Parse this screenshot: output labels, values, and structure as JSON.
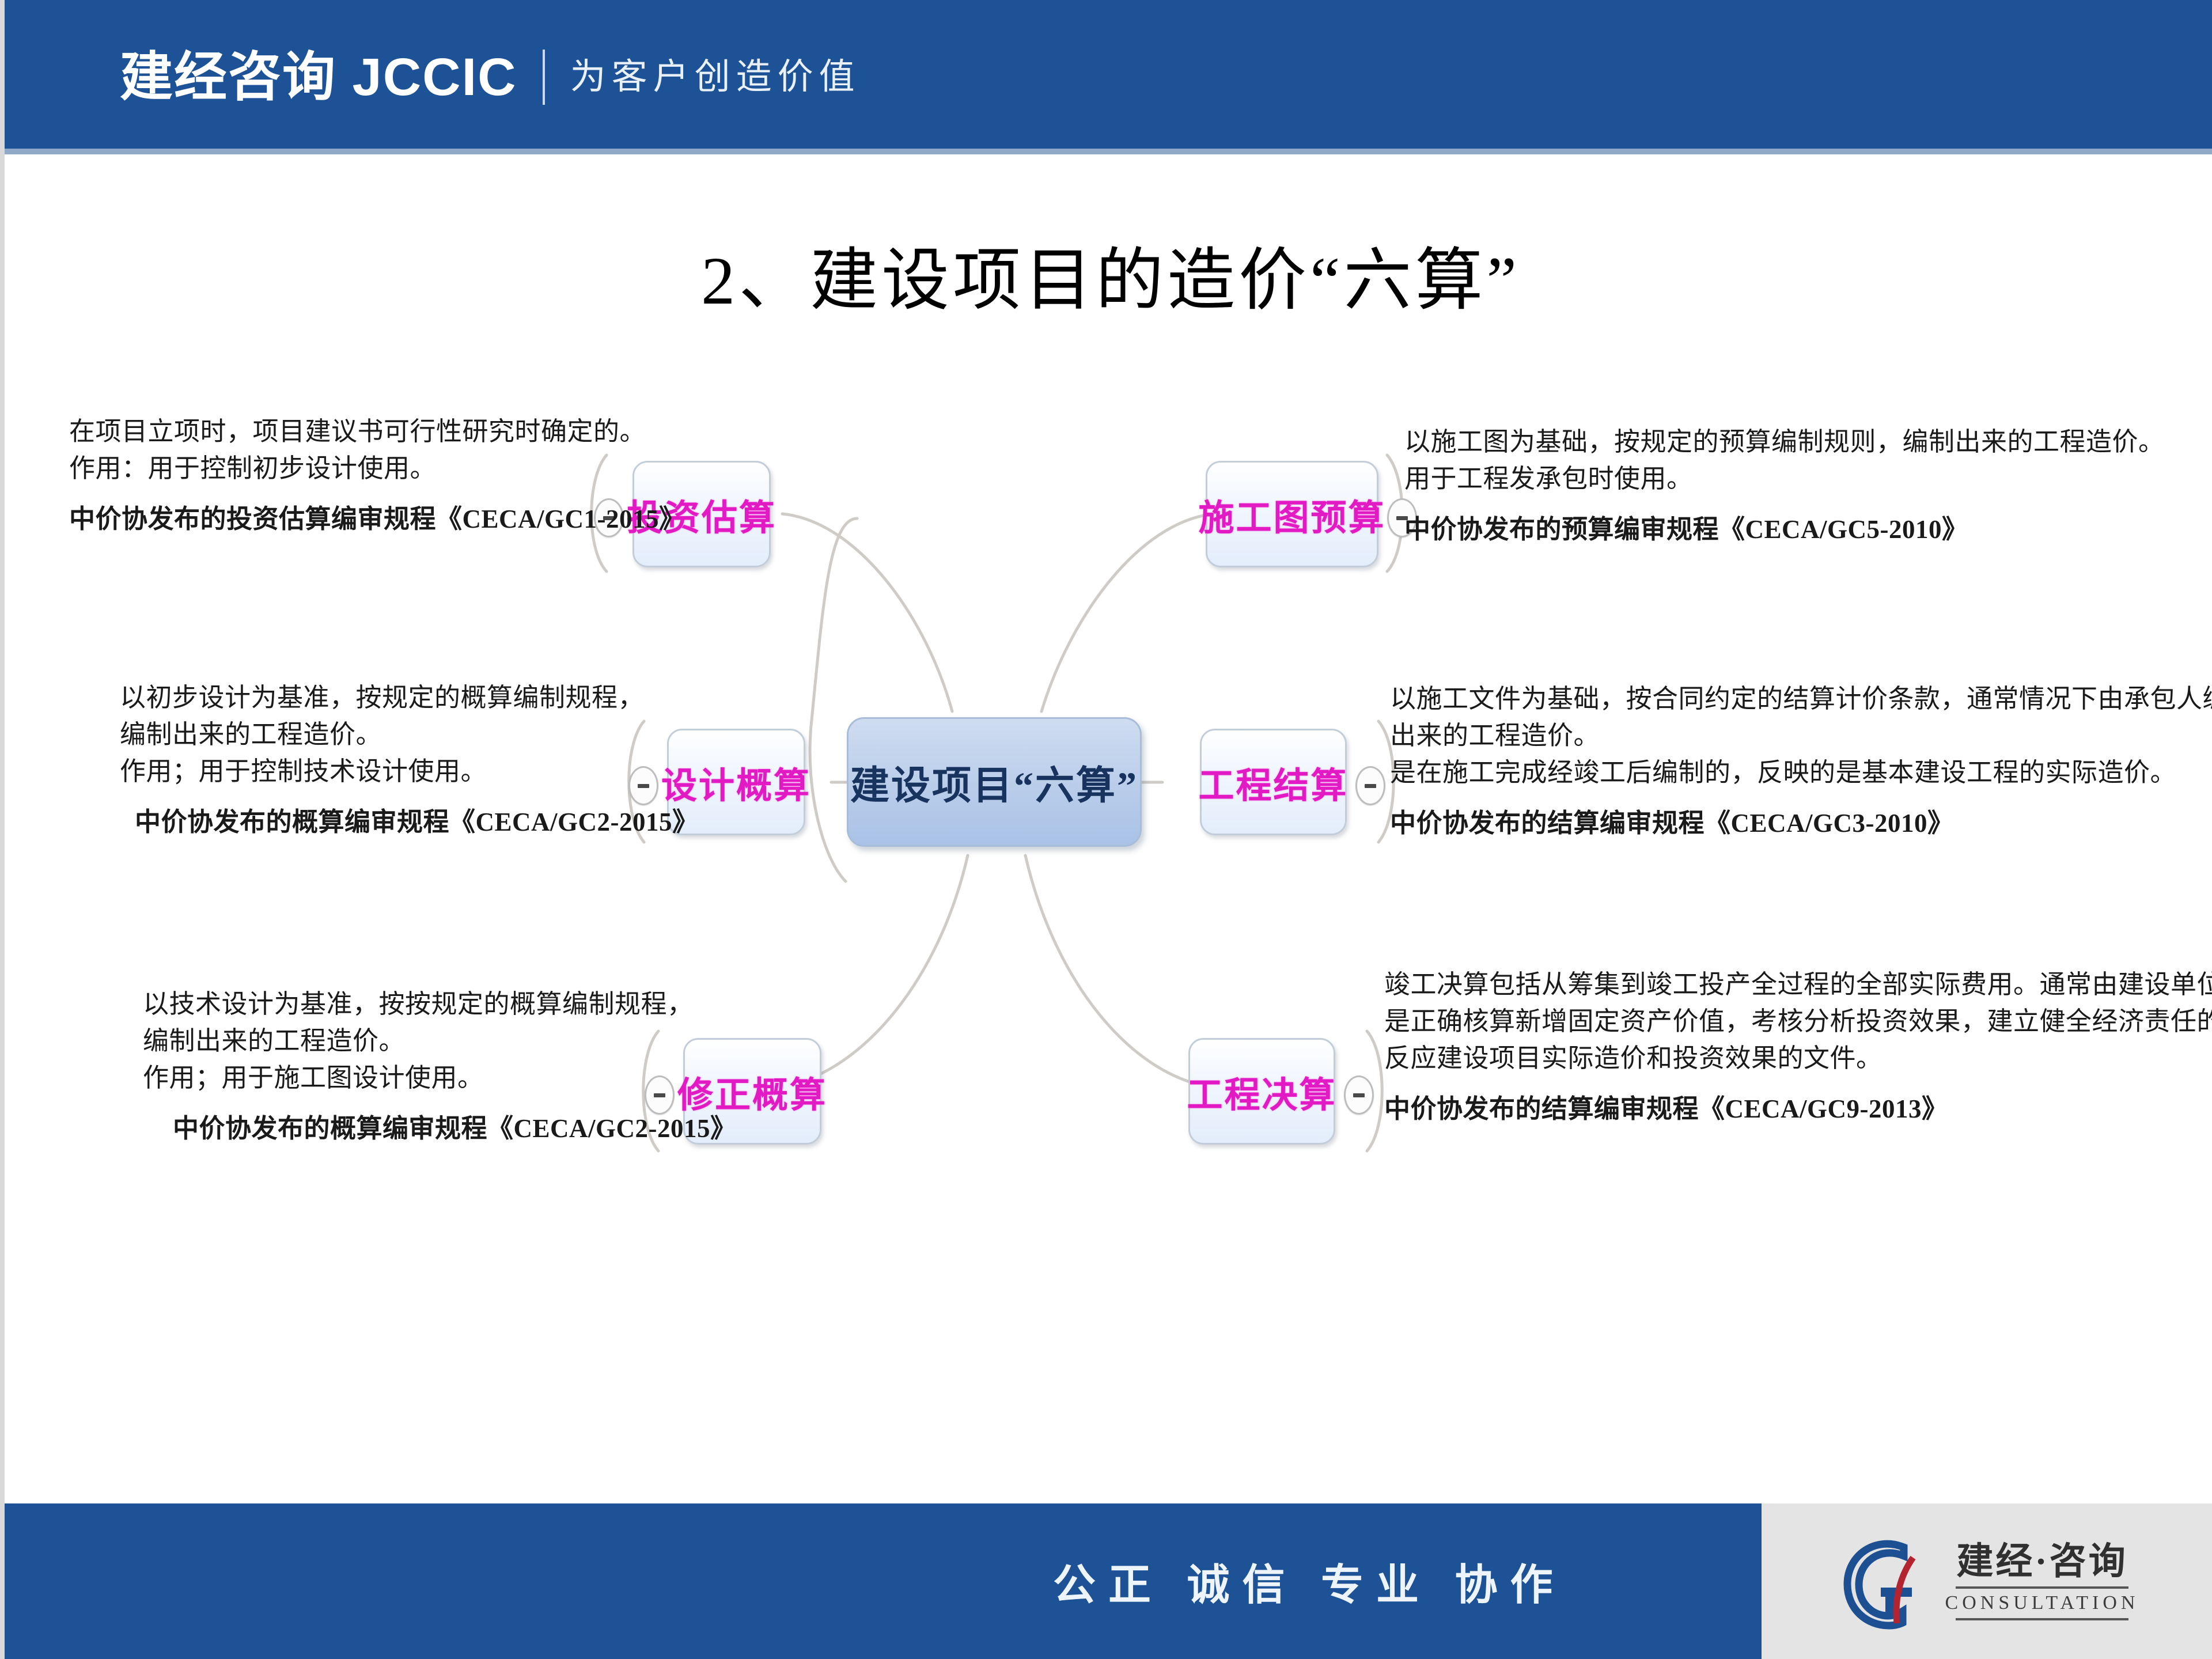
{
  "header": {
    "brand": "建经咨询 JCCIC",
    "slogan": "为客户创造价值"
  },
  "title": "2、建设项目的造价“六算”",
  "diagram": {
    "center": {
      "label": "建设项目“六算”"
    },
    "nodes": [
      {
        "key": "investment_estimate",
        "label": "投资估算"
      },
      {
        "key": "design_budget_estimate",
        "label": "设计概算"
      },
      {
        "key": "revised_budget_estimate",
        "label": "修正概算"
      },
      {
        "key": "construction_drawing_budget",
        "label": "施工图预算"
      },
      {
        "key": "project_settlement",
        "label": "工程结算"
      },
      {
        "key": "project_final_account",
        "label": "工程决算"
      }
    ],
    "handle_icon": "minus-circle"
  },
  "descriptions": {
    "top_left": {
      "lines": [
        "在项目立项时，项目建议书可行性研究时确定的。",
        "作用：用于控制初步设计使用。"
      ],
      "standard": "中价协发布的投资估算编审规程《CECA/GC1-2015》",
      "standard_code": "CECA/GC1-2015"
    },
    "middle_left": {
      "lines": [
        "以初步设计为基准，按规定的概算编制规程，",
        "编制出来的工程造价。",
        "作用；用于控制技术设计使用。"
      ],
      "standard": "中价协发布的概算编审规程《CECA/GC2-2015》",
      "standard_code": "CECA/GC2-2015"
    },
    "bottom_left": {
      "lines": [
        "以技术设计为基准，按按规定的概算编制规程，",
        "编制出来的工程造价。",
        "作用；用于施工图设计使用。"
      ],
      "standard": "中价协发布的概算编审规程《CECA/GC2-2015》",
      "standard_code": "CECA/GC2-2015"
    },
    "top_right": {
      "lines": [
        "以施工图为基础，按规定的预算编制规则，编制出来的工程造价。",
        "用于工程发承包时使用。"
      ],
      "standard": "中价协发布的预算编审规程《CECA/GC5-2010》",
      "standard_code": "CECA/GC5-2010"
    },
    "middle_right": {
      "lines": [
        "以施工文件为基础，按合同约定的结算计价条款，通常情况下由承包人编制",
        "出来的工程造价。",
        "是在施工完成经竣工后编制的，反映的是基本建设工程的实际造价。"
      ],
      "standard": "中价协发布的结算编审规程《CECA/GC3-2010》",
      "standard_code": "CECA/GC3-2010"
    },
    "bottom_right": {
      "lines": [
        "竣工决算包括从筹集到竣工投产全过程的全部实际费用。通常由建设单位组织编制。",
        "是正确核算新增固定资产价值，考核分析投资效果，建立健全经济责任的依据，是",
        "反应建设项目实际造价和投资效果的文件。"
      ],
      "standard": "中价协发布的结算编审规程《CECA/GC9-2013》",
      "standard_code": "CECA/GC9-2013"
    }
  },
  "footer": {
    "motto": "公正  诚信  专业  协作",
    "logo_cn": "建经·咨询",
    "logo_en": "CONSULTATION"
  },
  "colors": {
    "banner_blue": "#1d5396",
    "node_text_magenta": "#e21ac4",
    "center_node_text": "#18335e",
    "footer_panel_gray": "#e4e4e4"
  }
}
